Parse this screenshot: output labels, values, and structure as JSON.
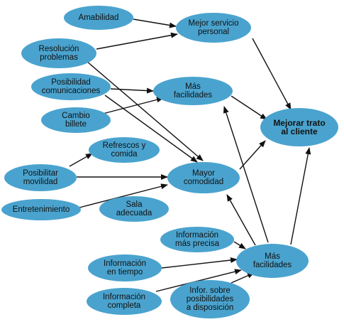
{
  "colors": {
    "node_fill": "#4aa3ce",
    "edge": "#111111",
    "text": "#111111",
    "background": "#ffffff"
  },
  "nodes": {
    "amabilidad": "Amabilidad",
    "mejor_servicio": "Mejor servicio\npersonal",
    "resolucion": "Resolución\nproblemas",
    "posibilidad": "Posibilidad\ncomunicaciones",
    "mas_facilidades_top": "Más\nfacilidades",
    "mejorar": "Mejorar trato\nal cliente",
    "cambio": "Cambio\nbillete",
    "refrescos": "Refrescos y\ncomida",
    "movilidad": "Posibilitar\nmovilidad",
    "mayor_comodidad": "Mayor\ncomodidad",
    "entretenimiento": "Entretenimiento",
    "sala": "Sala\nadecuada",
    "info_precisa": "Información\nmás precisa",
    "mas_facilidades_bottom": "Más\nfacilidades",
    "info_tiempo": "Información\nen tiempo",
    "info_completa": "Información\ncompleta",
    "infor_posibilidades": "Infor. sobre\nposibilidades\na disposición"
  }
}
